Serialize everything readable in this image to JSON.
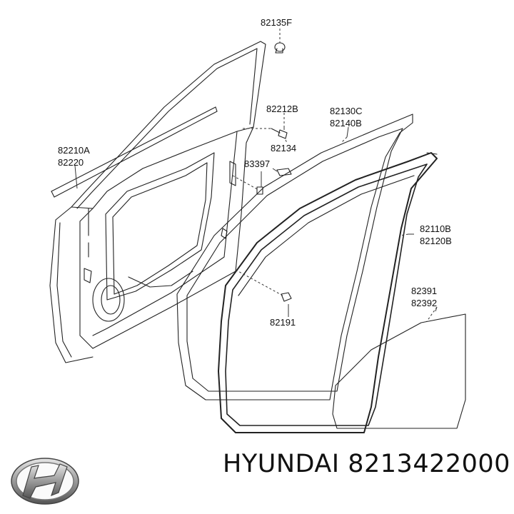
{
  "parts": {
    "p82135F": "82135F",
    "p82212B": "82212B",
    "p82130C": "82130C",
    "p82140B": "82140B",
    "p82210A": "82210A",
    "p82220": "82220",
    "p82134": "82134",
    "p83397": "83397",
    "p82110B": "82110B",
    "p82120B": "82120B",
    "p82391": "82391",
    "p82392": "82392",
    "p82191": "82191"
  },
  "footer": {
    "brand": "HYUNDAI",
    "part_number": "8213422000",
    "logo_icon": "hyundai-logo-icon"
  }
}
